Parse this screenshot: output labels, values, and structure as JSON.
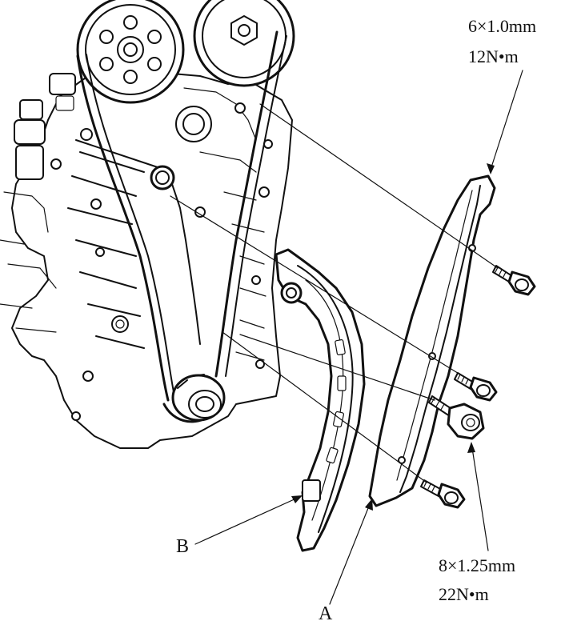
{
  "callouts": {
    "top_bolt_spec": {
      "size": "6×1.0mm",
      "torque": "12N•m"
    },
    "bottom_bolt_spec": {
      "size": "8×1.25mm",
      "torque": "22N•m"
    },
    "part_a_label": "A",
    "part_b_label": "B"
  },
  "colors": {
    "ink": "#111111",
    "paper": "#ffffff"
  }
}
